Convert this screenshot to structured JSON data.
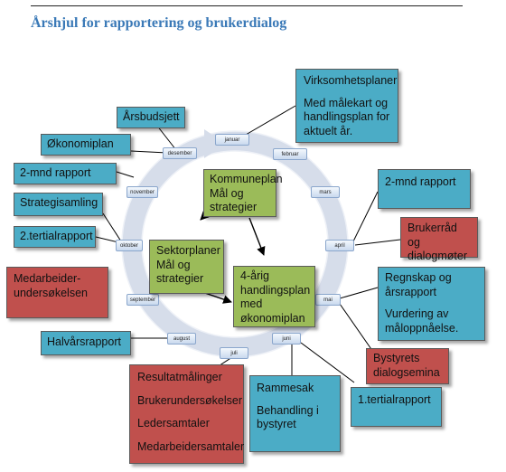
{
  "title": "Årshjul for rapportering og brukerdialog",
  "colors": {
    "blue": "#4bacc6",
    "red": "#c0504d",
    "green": "#9bbb59",
    "title": "#3a79b7",
    "ring": "#dde3ef"
  },
  "months": [
    "januar",
    "februar",
    "mars",
    "april",
    "mai",
    "juni",
    "juli",
    "august",
    "september",
    "oktober",
    "november",
    "desember"
  ],
  "boxes": {
    "virksomhetsplaner": [
      "Virksomhetsplaner",
      "Med målekart og handlingsplan for aktuelt år."
    ],
    "arsbudsjett": "Årsbudsjett",
    "okonomiplan": "Økonomiplan",
    "mnd_rapport_left": "2-mnd rapport",
    "strategisamling": "Strategisamling",
    "tertialrapport_2": "2.tertialrapport",
    "medarbeiderundersokelsen": [
      "Medarbeider-",
      "undersøkelsen"
    ],
    "halvarsrapport": "Halvårsrapport",
    "mnd_rapport_right": "2-mnd rapport",
    "brukerrad": [
      "Brukerråd og",
      "dialogmøter"
    ],
    "regnskap": [
      "Regnskap og årsrapport",
      "Vurdering av måloppnåelse."
    ],
    "bystyrets": [
      "Bystyrets",
      "dialogsemina"
    ],
    "tertialrapport_1": "1.tertialrapport",
    "rammesak": [
      "Rammesak",
      "Behandling i bystyret"
    ],
    "resultatmalinger": [
      "Resultatmålinger",
      "Brukerundersøkelser",
      "Ledersamtaler",
      "Medarbeidersamtaler"
    ],
    "kommuneplan": [
      "Kommuneplan",
      "Mål og",
      "strategier"
    ],
    "sektorplaner": [
      "Sektorplaner",
      "Mål og",
      "strategier"
    ],
    "handlingsplan": [
      "4-årig",
      "handlingsplan",
      "med",
      "økonomiplan"
    ]
  }
}
